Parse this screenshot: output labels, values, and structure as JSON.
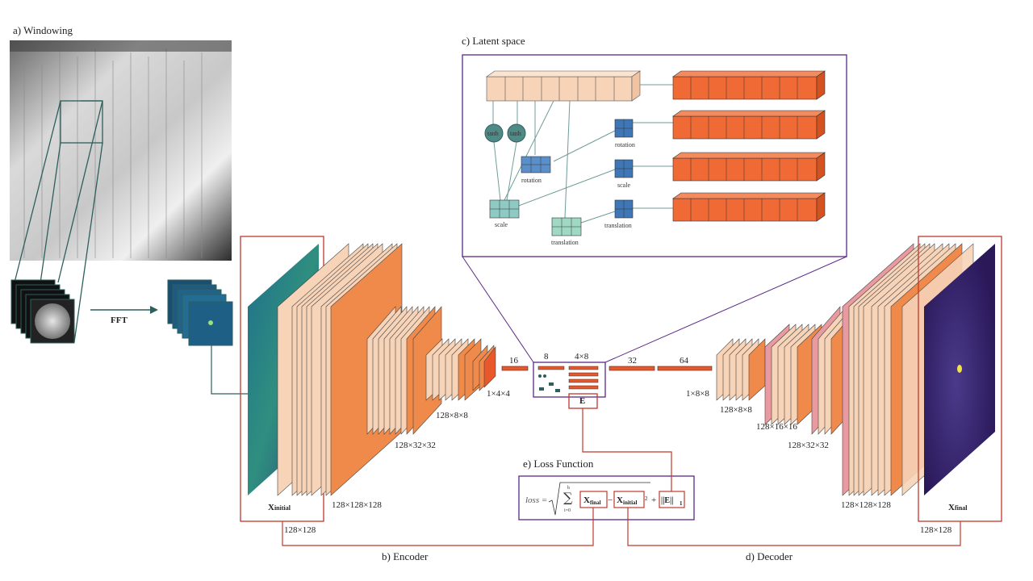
{
  "panels": {
    "windowing": "a) Windowing",
    "encoder": "b) Encoder",
    "latent": "c) Latent space",
    "decoder": "d) Decoder",
    "loss": "e) Loss Function"
  },
  "fft_label": "FFT",
  "x_initial": {
    "main": "X",
    "sub": "initial"
  },
  "x_final": {
    "main": "X",
    "sub": "final"
  },
  "dims": {
    "in_128": "128×128",
    "enc_128": "128×128×128",
    "enc_32": "128×32×32",
    "enc_8": "128×8×8",
    "enc_4": "1×4×4",
    "dec_8a": "1×8×8",
    "dec_8b": "128×8×8",
    "dec_16": "128×16×16",
    "dec_32": "128×32×32",
    "dec_128": "128×128×128",
    "out_128": "128×128"
  },
  "latent_sizes": {
    "n16": "16",
    "n8": "8",
    "n4x8": "4×8",
    "n32": "32",
    "n64": "64"
  },
  "e_label": "E",
  "latent_nodes": {
    "tanh1": "tanh",
    "tanh2": "tanh",
    "rotation_left": "rotation",
    "scale_left": "scale",
    "translation_left": "translation",
    "rotation_right": "rotation",
    "scale_right": "scale",
    "translation_right": "translation"
  },
  "loss": {
    "lhs": "loss =",
    "sum_top": "b",
    "sum_bottom": "i=0",
    "term1": "X",
    "term1_sub": "final",
    "minus": "−",
    "term2": "X",
    "term2_sub": "initial",
    "power": "2",
    "plus": "+",
    "reg": "||E||",
    "reg_sub": "1"
  },
  "colors": {
    "frame_red": "#c0392b",
    "frame_purple": "#5b2a86",
    "teal": "#2d5f5c",
    "light_peach": "#f7d3b8",
    "orange": "#f08a4b",
    "deep_orange": "#e8582a"
  }
}
